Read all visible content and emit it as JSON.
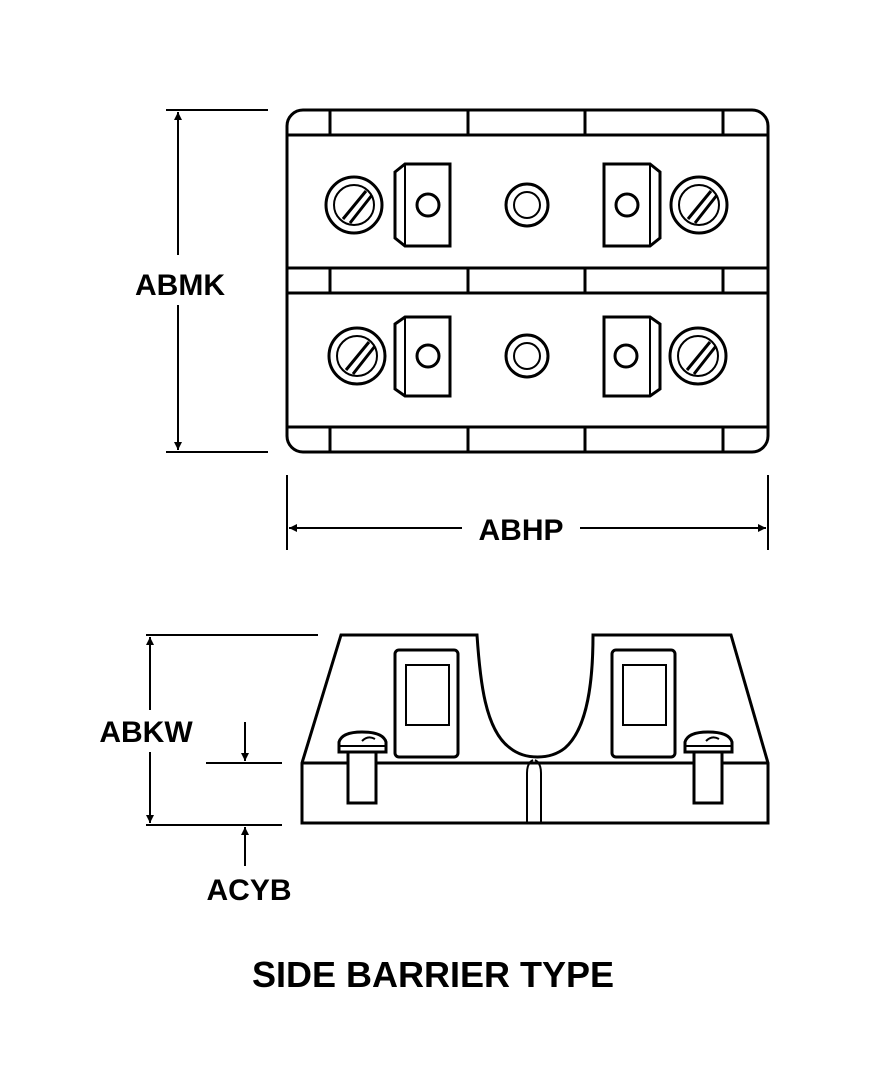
{
  "diagram": {
    "title": "SIDE BARRIER TYPE",
    "dimensions": {
      "height_top_view": "ABMK",
      "width_top_view": "ABHP",
      "height_side_view": "ABKW",
      "base_offset_side_view": "ACYB"
    },
    "colors": {
      "line": "#000000",
      "background": "#ffffff"
    }
  }
}
